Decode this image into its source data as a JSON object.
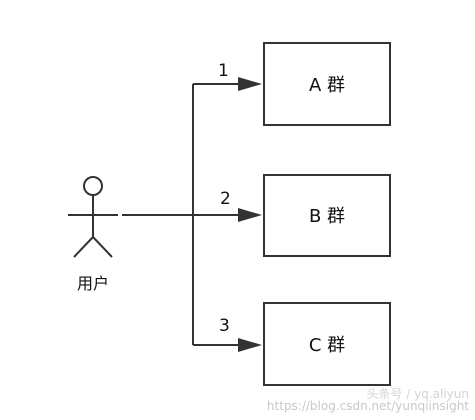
{
  "actor": {
    "label": "用户"
  },
  "targets": [
    {
      "number": "1",
      "label": "A 群"
    },
    {
      "number": "2",
      "label": "B 群"
    },
    {
      "number": "3",
      "label": "C 群"
    }
  ],
  "watermark": {
    "overlay": "头条号 / yq.aliyun",
    "url": "https://blog.csdn.net/yunqiinsight"
  },
  "colors": {
    "stroke": "#333333",
    "text": "#111111"
  }
}
